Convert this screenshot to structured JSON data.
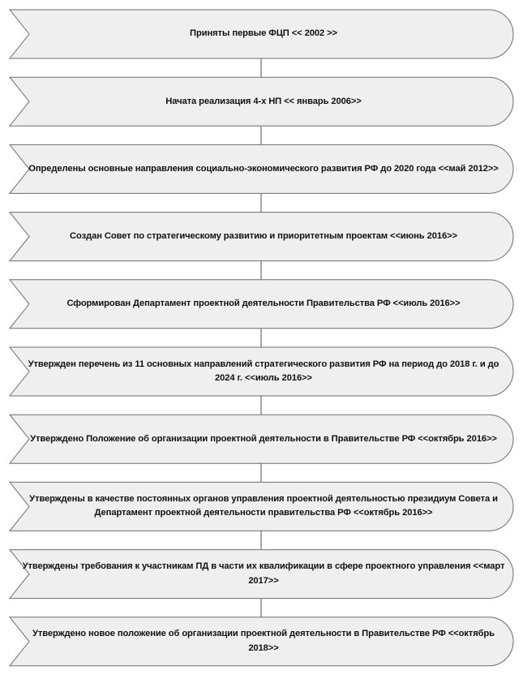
{
  "flowchart": {
    "colors": {
      "fill": "#efefef",
      "stroke": "#6e6e6e",
      "connector": "#505050"
    },
    "steps": [
      {
        "label": "Приняты первые ФЦП << 2002 >>"
      },
      {
        "label": "Начата реализация 4-х НП << январь 2006>>"
      },
      {
        "label": "Определены основные направления социально-экономического развития РФ до 2020 года <<май 2012>>"
      },
      {
        "label": "Создан Совет по стратегическому развитию и приоритетным проектам <<июнь 2016>>"
      },
      {
        "label": "Сформирован Департамент проектной деятельности Правительства РФ <<июль 2016>>"
      },
      {
        "label": "Утвержден перечень из 11 основных направлений стратегического развития РФ на период до 2018 г. и до 2024 г. <<июль 2016>>"
      },
      {
        "label": "Утверждено Положение об организации проектной деятельности в Правительстве РФ <<октябрь 2016>>"
      },
      {
        "label": "Утверждены в качестве постоянных органов управления проектной деятельностью президиум Совета и Департамент проектной деятельности правительства РФ <<октябрь 2016>>"
      },
      {
        "label": "Утверждены требования к участникам ПД в части их квалификации в сфере проектного управления <<март 2017>>"
      },
      {
        "label": "Утверждено новое положение об организации проектной деятельности в Правительстве РФ  <<октябрь 2018>>"
      }
    ]
  }
}
